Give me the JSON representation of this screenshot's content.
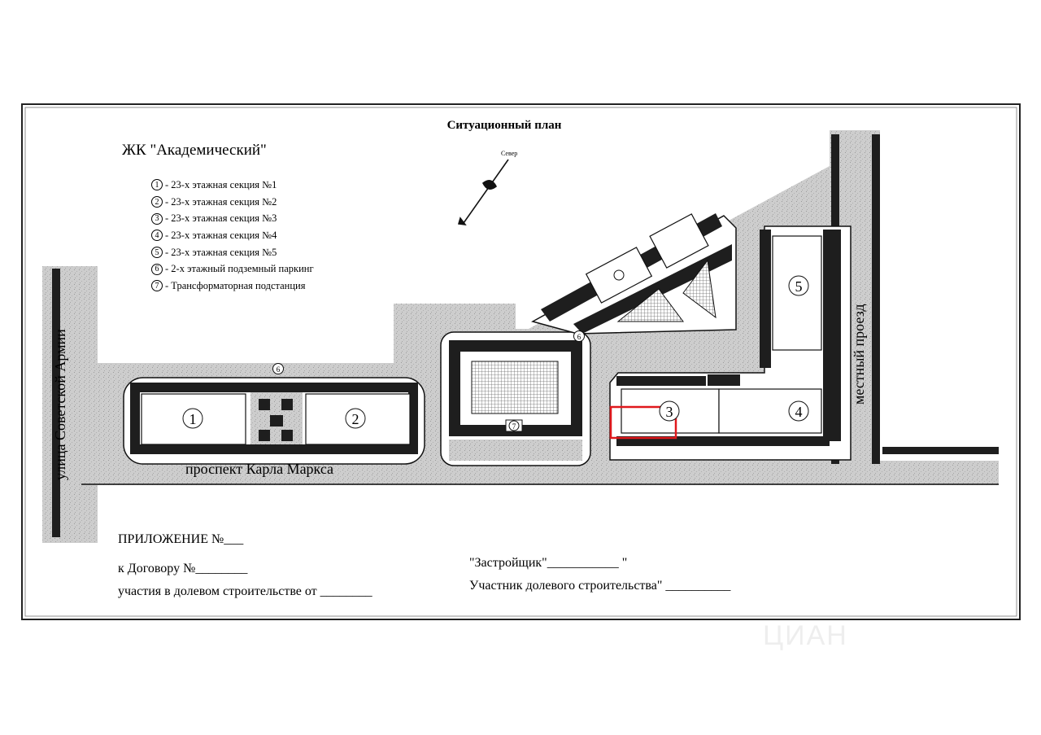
{
  "plan_title": "Ситуационный план",
  "complex_name": "ЖК \"Академический\"",
  "legend": [
    {
      "num": "1",
      "label": "- 23-х этажная секция №1"
    },
    {
      "num": "2",
      "label": "- 23-х этажная секция №2"
    },
    {
      "num": "3",
      "label": "- 23-х этажная секция №3"
    },
    {
      "num": "4",
      "label": "- 23-х этажная секция №4"
    },
    {
      "num": "5",
      "label": "- 23-х этажная секция №5"
    },
    {
      "num": "6",
      "label": "- 2-х этажный подземный паркинг"
    },
    {
      "num": "7",
      "label": "- Трансформаторная подстанция"
    }
  ],
  "streets": {
    "main": "проспект Карла Маркса",
    "left": "улица Советской Армии",
    "right": "местный проезд"
  },
  "compass_label": "Север",
  "markers": {
    "m1": "1",
    "m2": "2",
    "m3": "3",
    "m4": "4",
    "m5": "5",
    "m6a": "6",
    "m6b": "6",
    "m7": "7"
  },
  "footer": {
    "appendix": "ПРИЛОЖЕНИЕ №___",
    "contract": "к Договору №________",
    "participation": "участия в долевом строительстве от ________",
    "developer": "\"Застройщик\"___________ \"",
    "participant": "Участник долевого строительства\" __________"
  },
  "watermark": "ЦИАН",
  "colors": {
    "ground": "#cfcfcf",
    "building": "#1e1e1e",
    "highlight": "#e0181c"
  }
}
